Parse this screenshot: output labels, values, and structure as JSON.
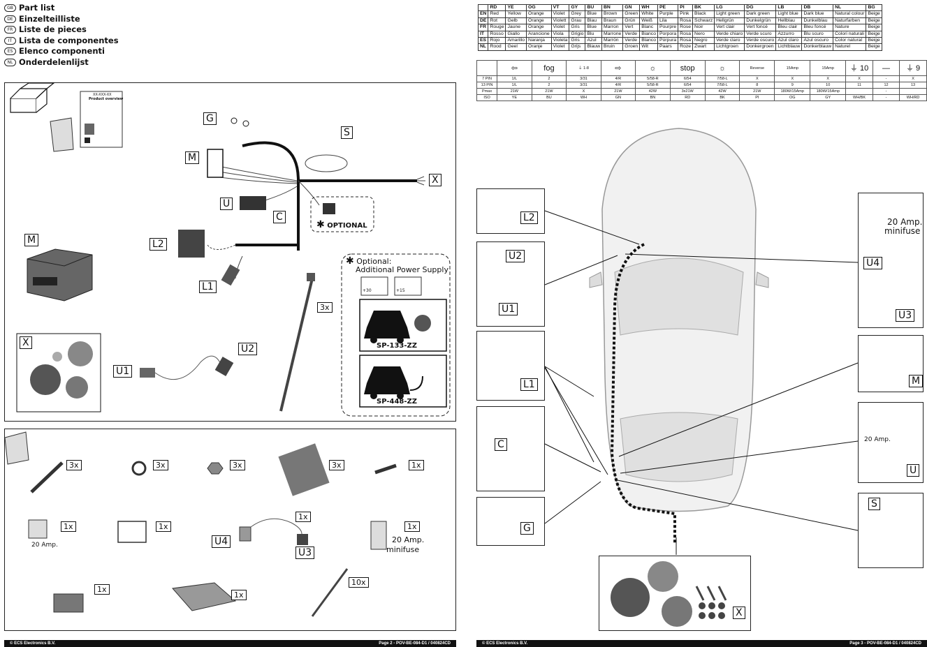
{
  "languages": [
    {
      "code": "GB",
      "label": "Part list"
    },
    {
      "code": "DE",
      "label": "Einzelteilliste"
    },
    {
      "code": "FR",
      "label": "Liste de pieces"
    },
    {
      "code": "IT",
      "label": "Lista de componentes"
    },
    {
      "code": "ES",
      "label": "Elenco componenti"
    },
    {
      "code": "NL",
      "label": "Onderdelenlijst"
    }
  ],
  "overview_labels": {
    "g": "G",
    "s": "S",
    "m": "M",
    "x": "X",
    "u": "U",
    "c": "C",
    "l2": "L2",
    "l1": "L1",
    "m2": "M",
    "x2": "X",
    "u1": "U1",
    "u2": "U2",
    "optional": "OPTIONAL",
    "ties_qty": "3x",
    "opt_supply_title": "Optional:",
    "opt_supply_sub": "Additional Power Supply",
    "plus30": "+30",
    "plus15": "+15",
    "car1_code": "SP-133-ZZ",
    "car2_code": "SP-448-ZZ",
    "doc_title": "XX-XXX-XX",
    "doc_sub": "Product overview"
  },
  "small_parts": {
    "screw_qty": "3x",
    "washer_qty": "3x",
    "nut_qty": "3x",
    "clip_qty": "3x",
    "terminal_qty": "1x",
    "fuse_qty": "1x",
    "fuse_label": "20 Amp.",
    "holder_qty": "1x",
    "u4u3_qty": "1x",
    "u4": "U4",
    "u3": "U3",
    "minifuse_qty": "1x",
    "minifuse_label1": "20 Amp.",
    "minifuse_label2": "minifuse",
    "connector_qty": "1x",
    "pad_qty": "1x",
    "ties_qty": "10x"
  },
  "footer_left": {
    "left": "© ECS Electronics B.V.",
    "right": "Page 2 - POV-BE-084-D1 / 040824CD"
  },
  "footer_right": {
    "left": "© ECS Electronics B.V.",
    "right": "Page 3 - POV-BE-084-D1 / 040824CD"
  },
  "color_table": {
    "header": [
      "",
      "RD",
      "YE",
      "OG",
      "VT",
      "GY",
      "BU",
      "BN",
      "GN",
      "WH",
      "PE",
      "PI",
      "BK",
      "LG",
      "DG",
      "LB",
      "DB",
      "NL",
      "BG"
    ],
    "rows": [
      [
        "EN",
        "Red",
        "Yellow",
        "Orange",
        "Violet",
        "Grey",
        "Blue",
        "Brown",
        "Green",
        "White",
        "Purple",
        "Pink",
        "Black",
        "Light green",
        "Dark green",
        "Light blue",
        "Dark blue",
        "Natural colour",
        "Beige"
      ],
      [
        "DE",
        "Rot",
        "Gelb",
        "Orange",
        "Violett",
        "Grau",
        "Blau",
        "Braun",
        "Grün",
        "Weiß",
        "Lila",
        "Rosa",
        "Schwarz",
        "Hellgrün",
        "Dunkelgrün",
        "Hellblau",
        "Dunkelblau",
        "Naturfarben",
        "Beige"
      ],
      [
        "FR",
        "Rouge",
        "Jaune",
        "Orange",
        "Violet",
        "Gris",
        "Blue",
        "Marron",
        "Vert",
        "Blanc",
        "Pourpre",
        "Rose",
        "Noir",
        "Vert clair",
        "Vert foncé",
        "Bleu clair",
        "Bleu foncé",
        "Nature",
        "Beige"
      ],
      [
        "IT",
        "Rosso",
        "Giallo",
        "Arancione",
        "Viola",
        "Grigio",
        "Blu",
        "Marrone",
        "Verde",
        "Bianco",
        "Porpora",
        "Rosa",
        "Nero",
        "Verde chiaro",
        "Verde scuro",
        "Azzurro",
        "Blu scuro",
        "Colori naturali",
        "Beige"
      ],
      [
        "ES",
        "Rojo",
        "Amarillo",
        "Naranja",
        "Violeta",
        "Gris",
        "Azul",
        "Marrón",
        "Verde",
        "Blanco",
        "Púrpura",
        "Rosa",
        "Negro",
        "Verde claro",
        "Verde oscuro",
        "Azul claro",
        "Azul oscuro",
        "Color natural",
        "Beige"
      ],
      [
        "NL",
        "Rood",
        "Geel",
        "Oranje",
        "Violet",
        "Grijs",
        "Blauw",
        "Bruin",
        "Groen",
        "Wit",
        "Paars",
        "Roze",
        "Zwart",
        "Lichtgroen",
        "Donkergroen",
        "Lichtblauw",
        "Donkerblauw",
        "Naturel",
        "Beige"
      ]
    ]
  },
  "pin_table": {
    "icons": [
      "",
      "⇦",
      "fog",
      "⏚ 1-8",
      "⇨",
      "☼",
      "stop",
      "☼",
      "Reverse",
      "15Amp",
      "15Amp",
      "⏚ 10",
      "—",
      "⏚ 9"
    ],
    "rows": [
      [
        "7 PIN",
        "1/L",
        "2",
        "3/31",
        "4/R",
        "5/58-R",
        "6/54",
        "7/58-L",
        "X",
        "X",
        "X",
        "X",
        "-",
        "X"
      ],
      [
        "13 PIN",
        "1/L",
        "2",
        "3/31",
        "4/R",
        "5/58-R",
        "6/54",
        "7/58-L",
        "8",
        "9",
        "10",
        "11",
        "12",
        "13"
      ],
      [
        "Pmax",
        "21W",
        "21W",
        "X",
        "21W",
        "42W",
        "3x21W",
        "42W",
        "21W",
        "180W/15Amp",
        "180W/15Amp",
        "",
        "-",
        ""
      ],
      [
        "ISO",
        "YE",
        "BU",
        "WH",
        "GN",
        "BN",
        "RD",
        "BK",
        "PI",
        "OG",
        "GY",
        "WH/BK",
        "-",
        "WH/RD"
      ]
    ]
  },
  "install_labels": {
    "l2": "L2",
    "u2": "U2",
    "u1": "U1",
    "l1": "L1",
    "c": "C",
    "g": "G",
    "amp20": "20 Amp.",
    "minifuse": "minifuse",
    "u4": "U4",
    "u3": "U3",
    "m": "M",
    "fuse20": "20 Amp.",
    "u": "U",
    "s": "S",
    "x": "X"
  }
}
